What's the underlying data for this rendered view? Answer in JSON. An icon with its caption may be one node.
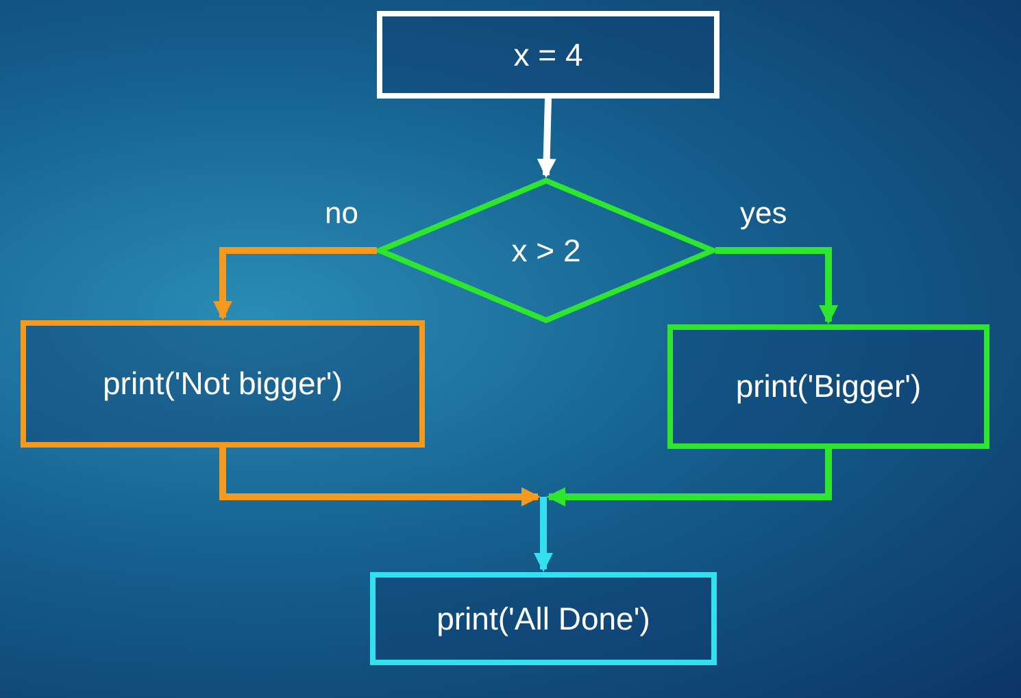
{
  "diagram": {
    "nodes": [
      {
        "text": [
          "x = 4"
        ]
      },
      {
        "text": [
          "x > 2"
        ]
      },
      {
        "text": [
          "print('Not bigger')"
        ]
      },
      {
        "text": [
          "print('Bigger')"
        ]
      },
      {
        "text": [
          "print('All Done')"
        ]
      }
    ],
    "edges": [
      {
        "from": 0,
        "to": 1,
        "arrow": "to",
        "color": "#ffffff"
      },
      {
        "from": 1,
        "to": 2,
        "arrow": "to",
        "label": "no",
        "color": "#f59a1e"
      },
      {
        "from": 1,
        "to": 3,
        "arrow": "to",
        "label": "yes",
        "color": "#2ee62e"
      },
      {
        "from": 2,
        "to": 4,
        "arrow": "to",
        "color": "#f59a1e"
      },
      {
        "from": 3,
        "to": 4,
        "arrow": "to",
        "color": "#2ee62e"
      }
    ]
  }
}
